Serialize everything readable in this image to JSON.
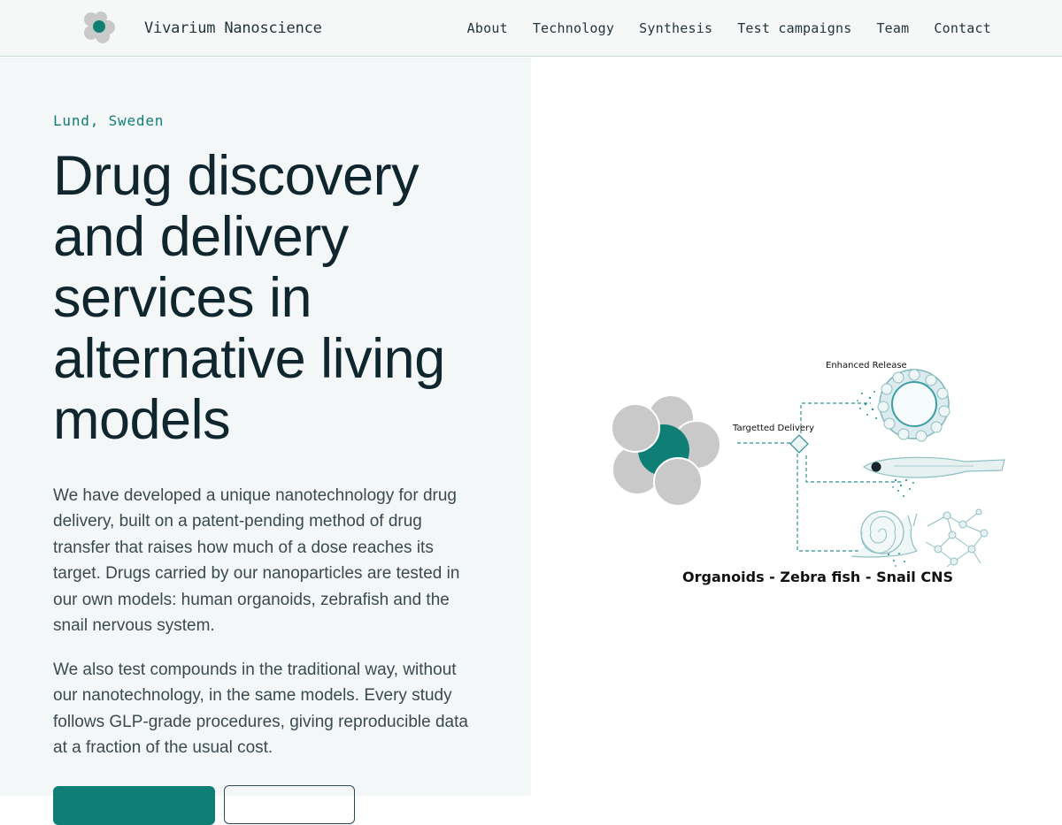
{
  "brand": {
    "name": "Vivarium Nanoscience",
    "logo_icon": "nanoparticle-cluster-icon",
    "colors": {
      "accent": "#0f7f76",
      "grey": "#c9c9c9"
    }
  },
  "nav": {
    "items": [
      {
        "label": "About"
      },
      {
        "label": "Technology"
      },
      {
        "label": "Synthesis"
      },
      {
        "label": "Test campaigns"
      },
      {
        "label": "Team"
      },
      {
        "label": "Contact"
      }
    ]
  },
  "hero": {
    "location": "Lund, Sweden",
    "headline": "Drug discovery and delivery services in alternative living models",
    "paragraphs": [
      "We have developed a unique nanotechnology for drug delivery, built on a patent-pending method of drug transfer that raises how much of a dose reaches its target. Drugs carried by our nanoparticles are tested in our own models: human organoids, zebrafish and the snail nervous system.",
      "We also test compounds in the traditional way, without our nanotechnology, in the same models. Every study follows GLP-grade procedures, giving reproducible data at a fraction of the usual cost."
    ],
    "buttons": {
      "primary": "",
      "secondary": ""
    }
  },
  "figure": {
    "labels": {
      "enhanced_release": "Enhanced Release",
      "targeted_delivery": "Targetted Delivery"
    },
    "caption": "Organoids - Zebra fish - Snail CNS",
    "icons": [
      "nanoparticle-icon",
      "organoid-icon",
      "zebrafish-icon",
      "snail-icon",
      "neuron-network-icon"
    ]
  }
}
